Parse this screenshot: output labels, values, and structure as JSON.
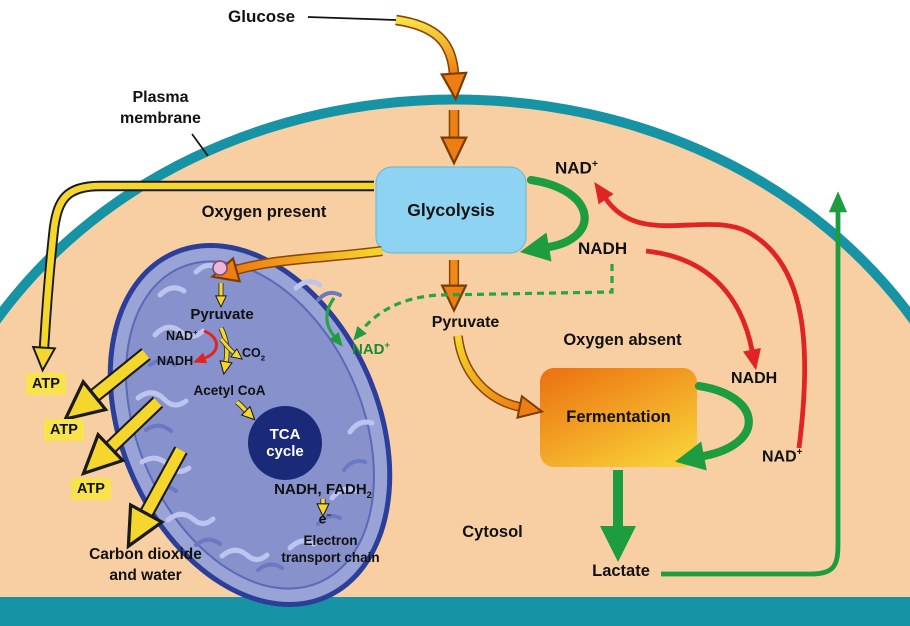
{
  "title": "Cellular respiration and fermentation pathways",
  "colors": {
    "membrane": "#1693a5",
    "cell_interior": "#f8cfa3",
    "glycolysis_box": "#8ed4f2",
    "fermentation_gradient_start": "#eb6f10",
    "fermentation_gradient_end": "#f9cd36",
    "mitochondrion_fill": "#9aa3d6",
    "mitochondrion_border": "#2b3f9a",
    "tca_circle": "#1b2a78",
    "green_arrow": "#1e9c40",
    "red_arrow": "#e02423",
    "yellow_arrow": "#f5d62c",
    "orange_arrow": "#ee7d12",
    "atp_highlight": "#f7e44c"
  },
  "labels": {
    "glucose": "Glucose",
    "plasma_membrane": {
      "l1": "Plasma",
      "l2": "membrane"
    },
    "oxygen_present": "Oxygen present",
    "oxygen_absent": "Oxygen absent",
    "glycolysis": "Glycolysis",
    "fermentation": "Fermentation",
    "pyruvate": "Pyruvate",
    "nad": {
      "base": "NAD",
      "sup": "+"
    },
    "nadh": "NADH",
    "co2": {
      "base": "CO",
      "sub": "2"
    },
    "acetyl_coa": "Acetyl CoA",
    "tca": {
      "l1": "TCA",
      "l2": "cycle"
    },
    "nadh_fadh2": {
      "base": "NADH, FADH",
      "sub": "2"
    },
    "electron": {
      "base": "e",
      "sup": "−"
    },
    "etc": {
      "l1": "Electron",
      "l2": "transport chain"
    },
    "atp": "ATP",
    "carbon_dioxide": {
      "l1": "Carbon dioxide",
      "l2": "and water"
    },
    "cytosol": "Cytosol",
    "lactate": "Lactate"
  }
}
